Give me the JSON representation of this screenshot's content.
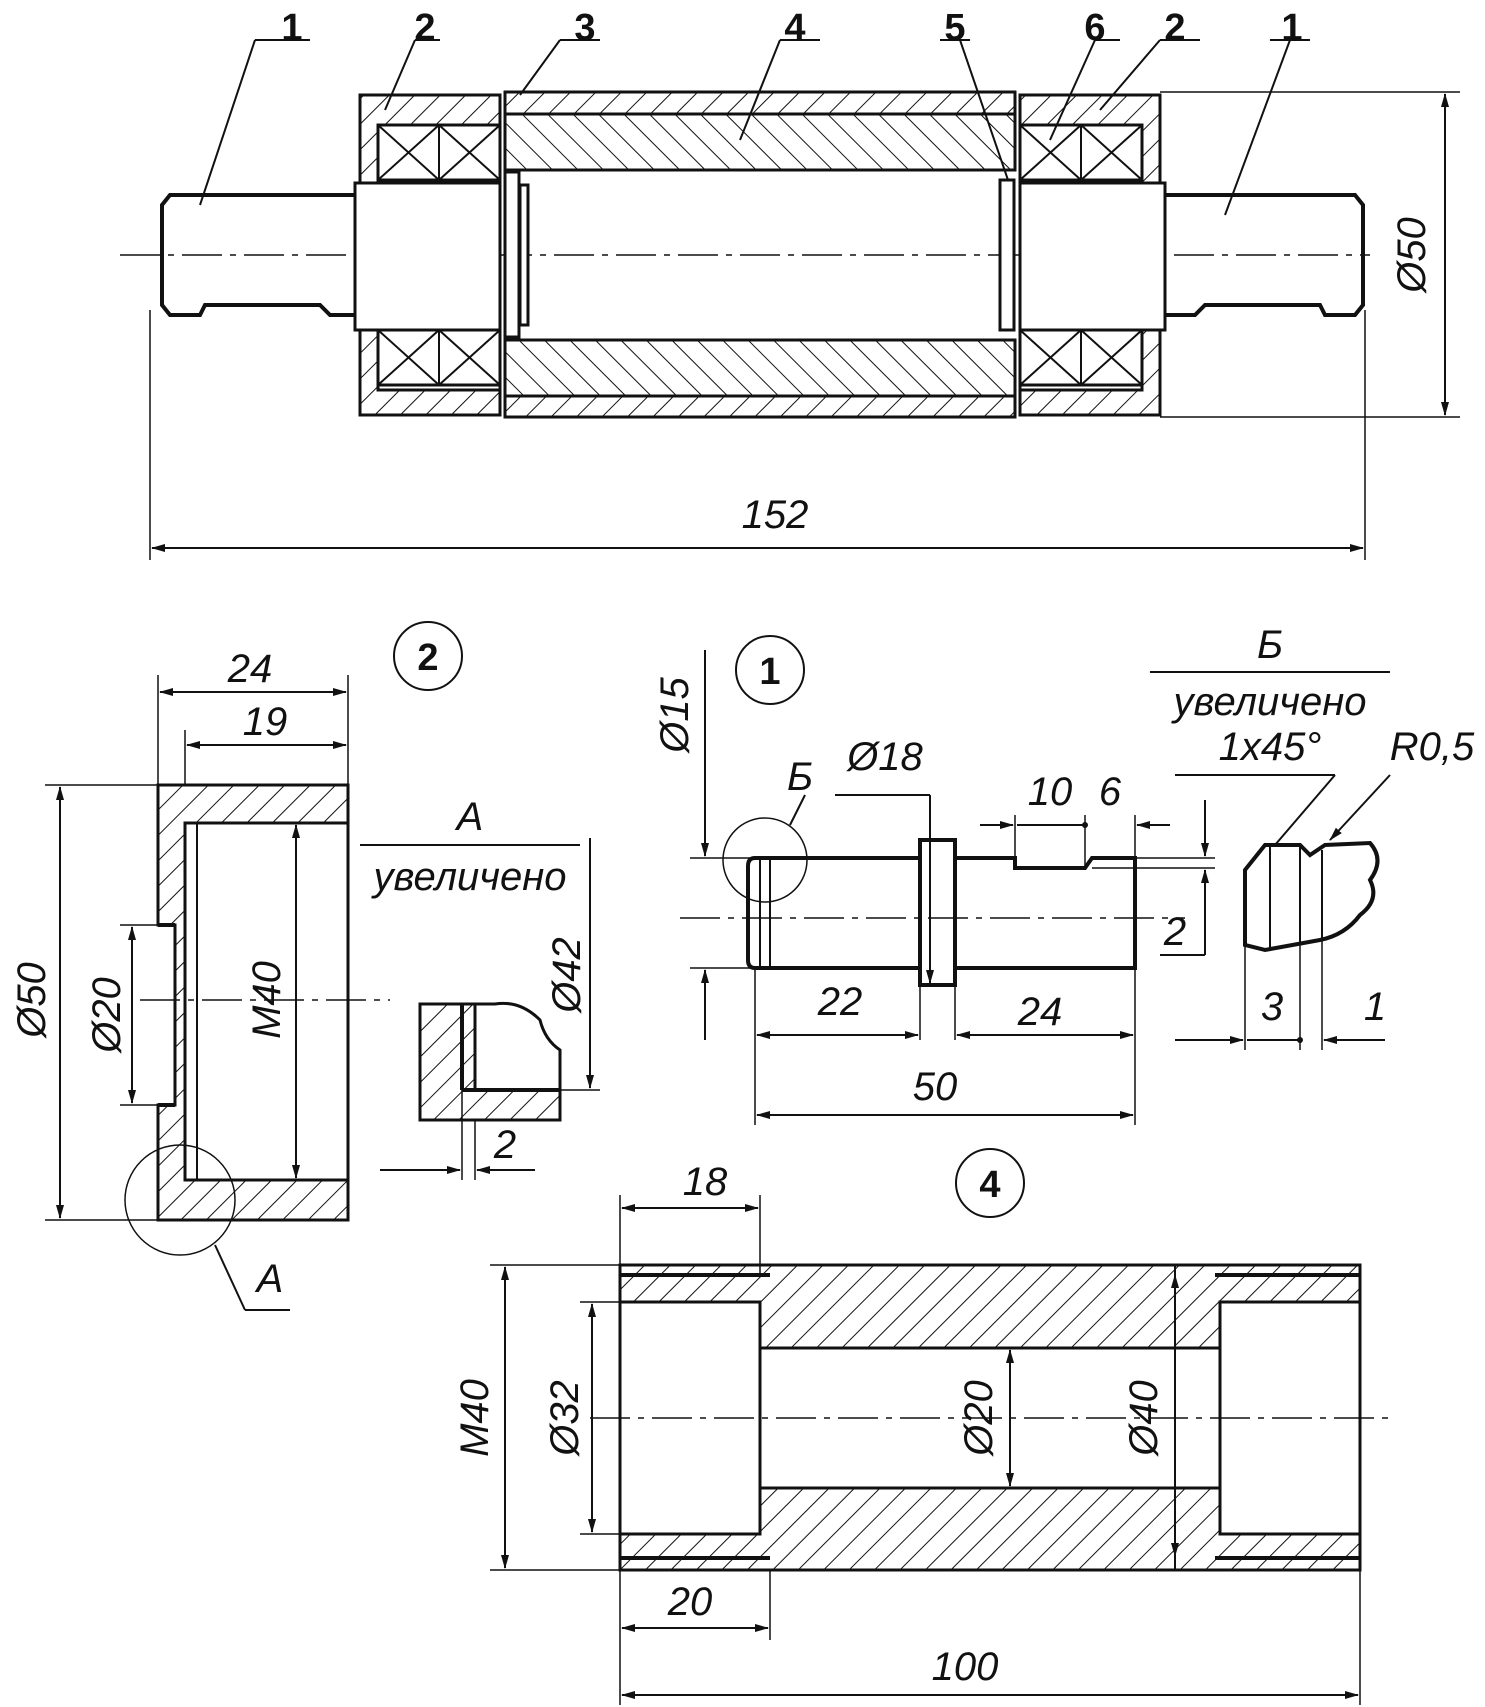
{
  "assembly": {
    "leaders": [
      "1",
      "2",
      "3",
      "4",
      "5",
      "6",
      "2",
      "1"
    ],
    "dim_length": "152",
    "dim_diameter": "Ø50"
  },
  "part2": {
    "circle_label": "2",
    "dims": {
      "outer_width": "24",
      "inner_width": "19",
      "outer_diameter": "Ø50",
      "hole_diameter": "Ø20",
      "thread": "M40"
    },
    "view_a": {
      "title": "А",
      "subtitle": "увеличено",
      "diameter": "Ø42",
      "gap": "2"
    },
    "detail_marker": "А"
  },
  "part1": {
    "circle_label": "1",
    "dims": {
      "d15": "Ø15",
      "d18": "Ø18",
      "len22": "22",
      "len24": "24",
      "len50": "50",
      "groove10": "10",
      "groove6": "6",
      "depth2": "2"
    },
    "detail_marker": "Б",
    "view_b": {
      "title": "Б",
      "subtitle": "увеличено",
      "chamfer": "1x45°",
      "radius": "R0,5",
      "len3": "3",
      "len1": "1"
    }
  },
  "part4": {
    "circle_label": "4",
    "dims": {
      "top18": "18",
      "bottom20": "20",
      "total100": "100",
      "thread": "M40",
      "d32": "Ø32",
      "d20": "Ø20",
      "d40": "Ø40"
    }
  }
}
